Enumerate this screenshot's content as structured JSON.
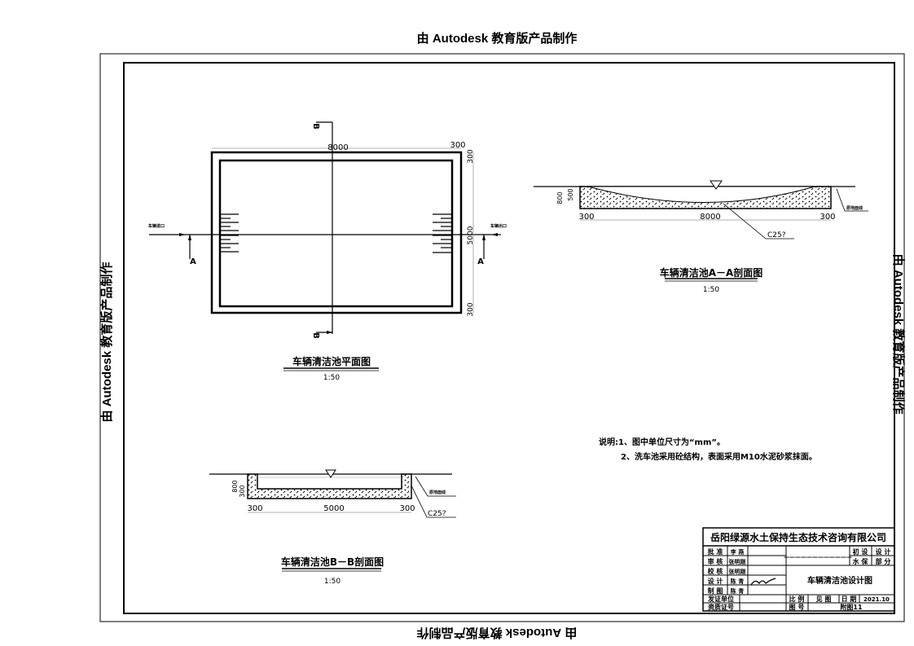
{
  "watermark": "由 Autodesk 教育版产品制作",
  "plan": {
    "title": "车辆清洁池平面图",
    "scale": "1:50",
    "dim_length": "8000",
    "dim_wall": "300",
    "dim_width": "5000",
    "dim_wall_top": "300",
    "dim_wall_bottom": "300",
    "section_a": "A",
    "section_b": "B",
    "entrance_label": "车辆进口",
    "exit_label": "车辆出口"
  },
  "section_aa": {
    "title": "车辆清洁池A－A剖面图",
    "scale": "1:50",
    "dim_left": "300",
    "dim_mid": "8000",
    "dim_right": "300",
    "depth_total": "800",
    "depth_inner": "500",
    "material": "C25?",
    "ground_label": "原地面线"
  },
  "section_bb": {
    "title": "车辆清洁池B－B剖面图",
    "scale": "1:50",
    "dim_left": "300",
    "dim_mid": "5000",
    "dim_right": "300",
    "depth_total": "800",
    "depth_inner": "300",
    "material": "C25?",
    "ground_label": "原地面线"
  },
  "notes": {
    "line1": "说明:1、图中单位尺寸为“mm”。",
    "line2": "2、洗车池采用砼结构，表面采用M10水泥砂浆抹面。"
  },
  "title_block": {
    "company": "岳阳绿源水土保持生态技术咨询有限公司",
    "roles": [
      "批 准",
      "审 核",
      "校 核",
      "设 计",
      "制 图"
    ],
    "role_names": [
      "李 燕",
      "张明刚",
      "张明刚",
      "陈 青",
      "陈 青"
    ],
    "project": "————————————",
    "stage1": "初 设",
    "stage2": "设 计",
    "stage3": "水 保",
    "stage4": "部 分",
    "drawing_title": "车辆清洁池设计图",
    "cert_unit": "发证单位",
    "cert_no": "资质证号",
    "scale_label": "比 例",
    "scale_value": "见 图",
    "date_label": "日 期",
    "date_value": "2021.10",
    "drawing_no_label": "图 号",
    "drawing_no_value": "附图11"
  }
}
